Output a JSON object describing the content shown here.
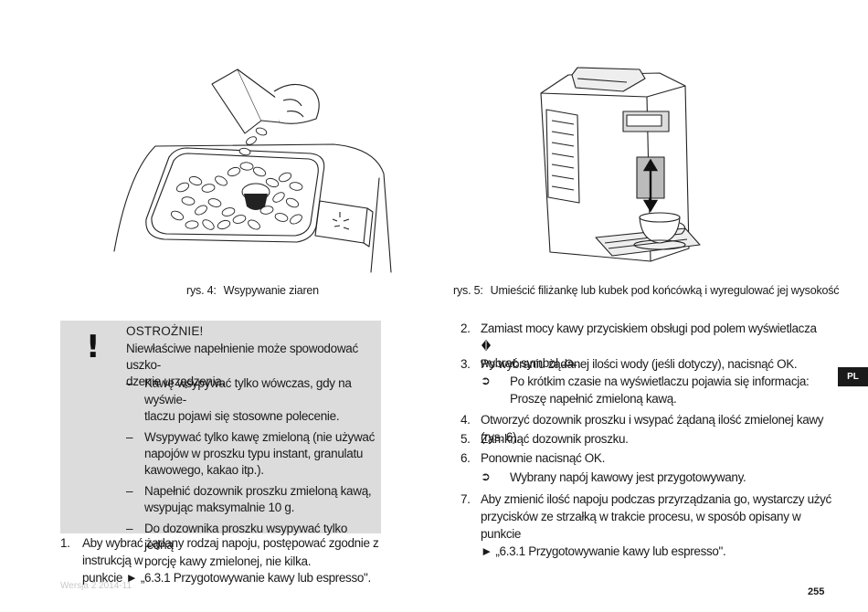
{
  "fig4": {
    "number": "rys. 4:",
    "caption": "Wsypywanie ziaren"
  },
  "fig5": {
    "number": "rys. 5:",
    "caption": "Umieścić filiżankę lub kubek pod końcówką i wyregulować jej wysokość"
  },
  "warning": {
    "mark": "!",
    "title": "OSTROŻNIE!",
    "intro_line1": "Niewłaściwe napełnienie może spowodować uszko-",
    "intro_line2": "dzenie urządzenia.",
    "bullets": [
      [
        "Kawę wsypywać tylko wówczas, gdy na wyświe-",
        "tlaczu pojawi się stosowne polecenie."
      ],
      [
        "Wsypywać tylko kawę zmieloną (nie używać",
        "napojów w proszku typu instant, granulatu",
        "kawowego, kakao itp.)."
      ],
      [
        "Napełnić dozownik proszku zmieloną kawą,",
        "wsypując maksymalnie 10 g."
      ],
      [
        "Do dozownika proszku wsypywać tylko jedną",
        "porcję kawy zmielonej, nie kilka."
      ]
    ],
    "dash": "–"
  },
  "steps_left": [
    {
      "n": "1.",
      "line1": "Aby wybrać żądany rodzaj napoju, postępować zgodnie z instrukcją w",
      "line2": "punkcie ► „6.3.1 Przygotowywanie kawy lub espresso\"."
    }
  ],
  "steps_right": {
    "s2": {
      "n": "2.",
      "line1": "Zamiast mocy kawy przyciskiem obsługi pod polem wyświetlacza",
      "line2": "wybrać symbol",
      "line2_end": "."
    },
    "s3": {
      "n": "3.",
      "line1": "Po wybraniu żądanej ilości wody (jeśli dotyczy), nacisnąć OK."
    },
    "r3": {
      "arrow": "➲",
      "line1": "Po krótkim czasie na wyświetlaczu pojawia się informacja:",
      "line2": "Proszę napełnić  zmieloną kawą."
    },
    "s4": {
      "n": "4.",
      "line1": "Otworzyć dozownik proszku i wsypać żądaną ilość zmielonej kawy (rys. 6)."
    },
    "s5": {
      "n": "5.",
      "line1": "Zamknąć dozownik proszku."
    },
    "s6": {
      "n": "6.",
      "line1": "Ponownie nacisnąć OK."
    },
    "r6": {
      "arrow": "➲",
      "line1": "Wybrany napój kawowy jest przygotowywany."
    },
    "s7": {
      "n": "7.",
      "line1": "Aby zmienić ilość napoju podczas przyrządzania go, wystarczy użyć",
      "line2": "przycisków ze strzałką w trakcie procesu, w sposób opisany w punkcie",
      "line3": "► „6.3.1 Przygotowywanie kawy lub espresso\"."
    }
  },
  "lang_tab": "PL",
  "footer": {
    "version": "Wersja 2   2014-11",
    "page": "255"
  }
}
